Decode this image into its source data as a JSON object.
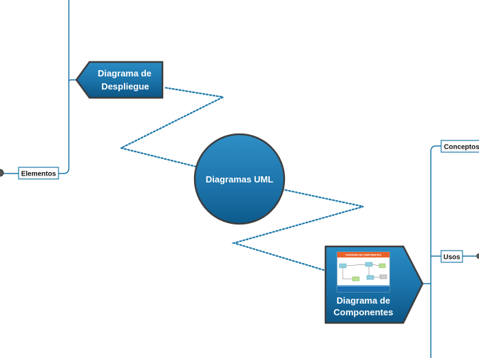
{
  "central": {
    "label": "Diagramas UML"
  },
  "deployment": {
    "line1": "Diagrama de",
    "line2": "Despliegue"
  },
  "components": {
    "line1": "Diagrama de",
    "line2": "Componentes",
    "thumbnail_title": "DIAGRAMA DE COMPONENTES"
  },
  "left_branch": {
    "label": "Elementos"
  },
  "right_branch": {
    "concepts": "Conceptos",
    "uses": "Usos"
  },
  "colors": {
    "node_fill_top": "#2a87bd",
    "node_fill_bottom": "#0e5d90",
    "node_border": "#3d3d3d",
    "connector": "#1a77a8",
    "branch_line": "#1a77a8",
    "thumbnail_header": "#e8622a"
  }
}
